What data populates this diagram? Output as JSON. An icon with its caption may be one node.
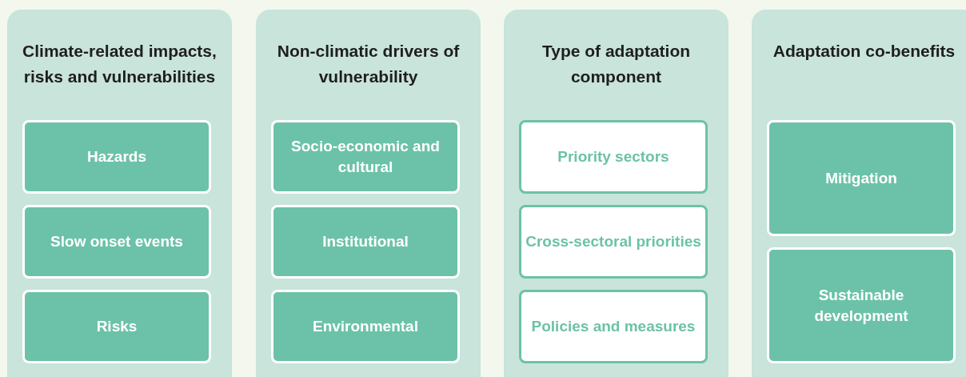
{
  "diagram": {
    "nodes": [
      {
        "text": [
          "Climate-related impacts, risks and vulnerabilities"
        ]
      },
      {
        "text": [
          "Hazards"
        ],
        "in": 0
      },
      {
        "text": [
          "Slow onset events"
        ],
        "in": 0
      },
      {
        "text": [
          "Risks"
        ],
        "in": 0
      },
      {
        "text": [
          "Non-climatic drivers of vulnerability"
        ]
      },
      {
        "text": [
          "Socio-economic and cultural"
        ],
        "in": 4
      },
      {
        "text": [
          "Institutional"
        ],
        "in": 4
      },
      {
        "text": [
          "Environmental"
        ],
        "in": 4
      },
      {
        "text": [
          "Type of adaptation component"
        ]
      },
      {
        "text": [
          "Priority sectors"
        ],
        "in": 8
      },
      {
        "text": [
          "Cross-sectoral priorities"
        ],
        "in": 8
      },
      {
        "text": [
          "Policies and measures"
        ],
        "in": 8
      },
      {
        "text": [
          "Adaptation co-benefits"
        ]
      },
      {
        "text": [
          "Mitigation"
        ],
        "in": 12
      },
      {
        "text": [
          "Sustainable development"
        ],
        "in": 12
      }
    ]
  }
}
